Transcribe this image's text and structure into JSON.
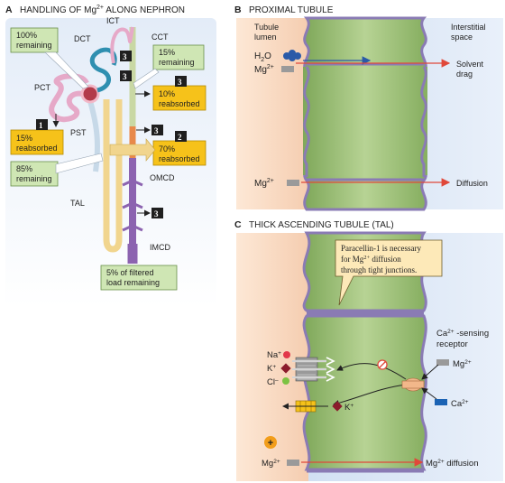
{
  "panel_a": {
    "letter": "A",
    "title_pre": "HANDLING OF Mg",
    "title_sup": "2+",
    "title_post": " ALONG NEPHRON",
    "labels": {
      "ict": "ICT",
      "dct": "DCT",
      "cct": "CCT",
      "pct": "PCT",
      "pst": "PST",
      "tal": "TAL",
      "omcd": "OMCD",
      "imcd": "IMCD"
    },
    "boxes": {
      "remaining_100": [
        "100%",
        "remaining"
      ],
      "reabsorbed_15": [
        "15%",
        "reabsorbed"
      ],
      "remaining_85": [
        "85%",
        "remaining"
      ],
      "remaining_15": [
        "15%",
        "remaining"
      ],
      "reabsorbed_10": [
        "10%",
        "reabsorbed"
      ],
      "reabsorbed_70": [
        "70%",
        "reabsorbed"
      ],
      "filtered_5": [
        "5% of filtered",
        "load remaining"
      ]
    },
    "badges": {
      "one": "1",
      "two": "2",
      "three": "3"
    }
  },
  "panel_b": {
    "letter": "B",
    "title": "PROXIMAL TUBULE",
    "tubule_lumen": [
      "Tubule",
      "lumen"
    ],
    "interstitial": [
      "Interstitial",
      "space"
    ],
    "water": "H",
    "water_sub": "2",
    "water_tail": "O",
    "mg": "Mg",
    "mg_sup": "2+",
    "solvent_drag": [
      "Solvent",
      "drag"
    ],
    "diffusion": "Diffusion"
  },
  "panel_c": {
    "letter": "C",
    "title": "THICK ASCENDING TUBULE (TAL)",
    "callout": [
      "Paracellin-1 is necessary",
      "for Mg",
      "2+",
      " diffusion",
      "through tight junctions."
    ],
    "na": "Na",
    "na_sup": "+",
    "k": "K",
    "k_sup": "+",
    "cl": "Cl",
    "cl_sup": "–",
    "ca_sensing": [
      "Ca",
      "2+",
      " -sensing",
      "receptor"
    ],
    "mg": "Mg",
    "mg_sup": "2+",
    "ca": "Ca",
    "ca_sup": "2+",
    "plus": "+",
    "mg_diffusion_tail": " diffusion"
  },
  "colors": {
    "green_box": "#cfe6b4",
    "yellow_box": "#f6c21a",
    "interstitial_blue": "#dbe7f5",
    "lumen_peach": "#fbe5d3",
    "cell_green": "#9dc07a",
    "arrow_red": "#e0483a",
    "imcd_purple": "#8c63b0"
  }
}
